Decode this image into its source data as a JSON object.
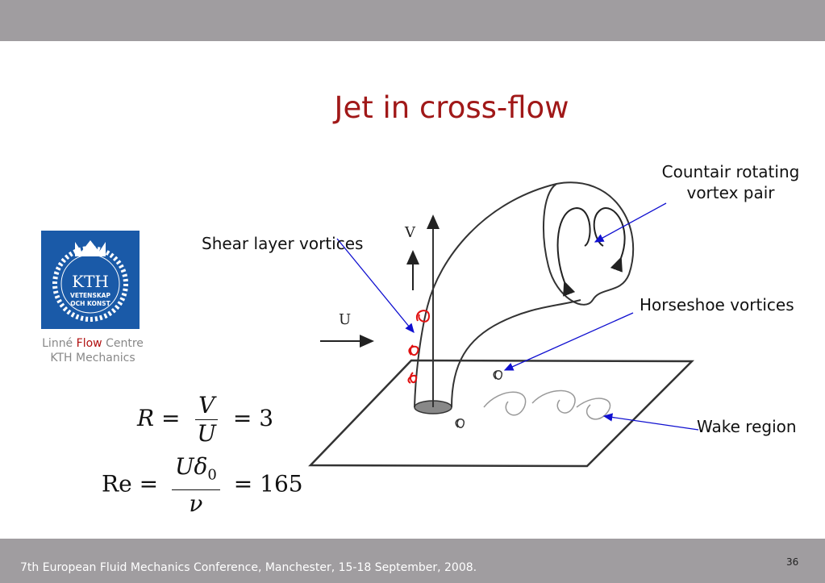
{
  "slide": {
    "title": "Jet in cross-flow",
    "page_number": "36",
    "footer": "7th European Fluid Mechanics Conference, Manchester, 15-18 September, 2008."
  },
  "logo": {
    "text_main": "KTH",
    "text_line1": "VETENSKAP",
    "text_line2": "OCH KONST",
    "caption_word1": "Linné",
    "caption_flow": "Flow",
    "caption_word3": "Centre",
    "caption_line2": "KTH Mechanics"
  },
  "diagram": {
    "labels": {
      "countair": [
        "Countair rotating",
        "vortex pair"
      ],
      "shear": "Shear layer vortices",
      "horseshoe": "Horseshoe vortices",
      "wake": "Wake region",
      "v_axis": "V",
      "u_axis": "U"
    }
  },
  "equations": {
    "eq1": {
      "lhs": "R",
      "num": "V",
      "den": "U",
      "rhs": "= 3"
    },
    "eq2": {
      "lhs": "Re",
      "num": "Uδ",
      "num_sub": "0",
      "den": "ν",
      "rhs": "= 165"
    }
  },
  "colors": {
    "title": "#a01818",
    "logo_bg": "#1a5aa8",
    "arrow": "#1010d0",
    "vortex": "#e01010"
  }
}
